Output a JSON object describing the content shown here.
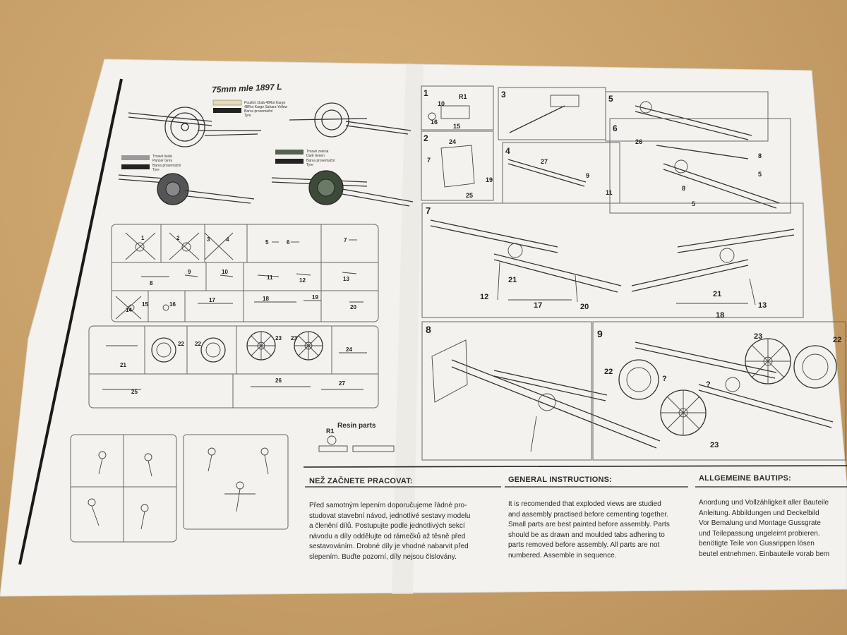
{
  "sheet": {
    "title": "75mm mle 1897 L",
    "paint_legend": {
      "a": [
        "Pouštní žlutá 48Rot Karge",
        "48Rot Karge Sahara Yellow",
        "Barva proxemační",
        "Tyre"
      ],
      "b": [
        "Tmavě šedá",
        "Panzer Grey",
        "Barva proxemační",
        "Tyre"
      ],
      "c": [
        "Tmavě zelená",
        "Dark Green",
        "Barva proxemační",
        "Tyre"
      ]
    },
    "resin_label": "Resin parts",
    "resin_part": "R1"
  },
  "sprue_numbers": [
    "1",
    "2",
    "3",
    "4",
    "5",
    "6",
    "7",
    "8",
    "9",
    "10",
    "11",
    "12",
    "13",
    "14",
    "15",
    "16",
    "17",
    "18",
    "19",
    "20",
    "21",
    "22",
    "22",
    "23",
    "23",
    "24",
    "25",
    "26",
    "27"
  ],
  "steps": {
    "s1": [
      "1",
      "R1",
      "10",
      "16",
      "15"
    ],
    "s2": [
      "2",
      "24",
      "7",
      "19",
      "25"
    ],
    "s3": [
      "3"
    ],
    "s4": [
      "4",
      "27",
      "9",
      "11"
    ],
    "s5": [
      "5"
    ],
    "s6": [
      "6",
      "26",
      "8",
      "5",
      "8",
      "5"
    ],
    "s7": [
      "7",
      "21",
      "12",
      "17",
      "20",
      "21",
      "18",
      "13"
    ],
    "s8": [
      "8"
    ],
    "s9": [
      "9",
      "23",
      "22",
      "22",
      "?",
      "?",
      "23"
    ]
  },
  "instructions": {
    "czech": {
      "heading": "NEŽ ZAČNETE PRACOVAT:",
      "lines": [
        "Před samotným lepením doporučujeme řádné pro-",
        "studovat stavební návod, jednotlivé sestavy modelu",
        "a členění dílů. Postupujte podle jednotlivých sekcí",
        "návodu a díly oddělujte od rámečků až těsně před",
        "sestavováním. Drobné díly je vhodné nabarvit před",
        "slepením. Buďte pozorní, díly nejsou číslovány."
      ]
    },
    "english": {
      "heading": "GENERAL INSTRUCTIONS:",
      "lines": [
        "It is recomended that exploded views are studied",
        "and assembly practised before cementing together.",
        "Small parts are best painted before assembly. Parts",
        "should be as drawn and moulded tabs adhering to",
        "parts removed before assembly. All parts are not",
        "numbered. Assemble in sequence."
      ]
    },
    "german": {
      "heading": "ALLGEMEINE BAUTIPS:",
      "lines": [
        "Anordung und Vollzähligkeit aller Bauteile",
        "Anleitung. Abbildungen und Deckelbild",
        "Vor Bemalung und Montage Gussgrate",
        "und Teilepassung ungeleimt probieren.",
        "benötigte Teile von Gussrippen lösen",
        "beutel entnehmen. Einbauteile vorab bem"
      ]
    }
  },
  "colors": {
    "table": "#c9a36f",
    "paper": "#f3f2ee",
    "ink": "#2b2b2b"
  }
}
